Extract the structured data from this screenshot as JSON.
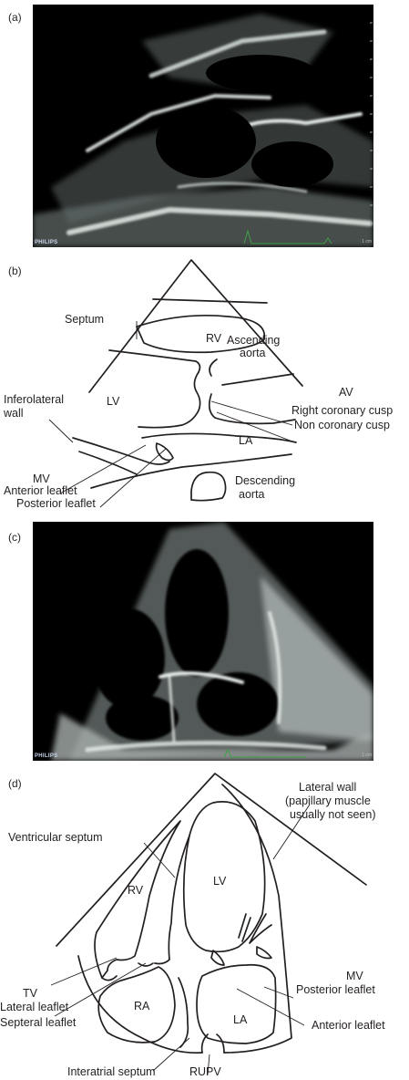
{
  "panels": [
    {
      "label": "(a)",
      "brand": "PHILIPS",
      "scale": "1 cm"
    },
    {
      "label": "(b)"
    },
    {
      "label": "(c)",
      "brand": "PHILIPS",
      "scale": "1 cm"
    },
    {
      "label": "(d)"
    }
  ],
  "plax_labels": {
    "septum": "Septum",
    "rv": "RV",
    "ascending_aorta_1": "Ascending",
    "ascending_aorta_2": "aorta",
    "inferolateral_1": "Inferolateral",
    "inferolateral_2": "wall",
    "lv": "LV",
    "av": "AV",
    "right_coronary_cusp": "Right coronary cusp",
    "non_coronary_cusp": "Non coronary cusp",
    "la": "LA",
    "mv": "MV",
    "anterior_leaflet": "Anterior leaflet",
    "posterior_leaflet": "Posterior leaflet",
    "descending_aorta_1": "Descending",
    "descending_aorta_2": "aorta"
  },
  "a4c_labels": {
    "lateral_wall_1": "Lateral wall",
    "lateral_wall_2": "(papillary muscle",
    "lateral_wall_3": "usually not seen)",
    "ventricular_septum": "Ventricular septum",
    "rv": "RV",
    "lv": "LV",
    "mv": "MV",
    "posterior_leaflet": "Posterior leaflet",
    "tv": "TV",
    "lateral_leaflet": "Lateral leaflet",
    "septeral_leaflet": "Septeral leaflet",
    "ra": "RA",
    "anterior_leaflet": "Anterior leaflet",
    "la": "LA",
    "interatrial_septum": "Interatrial septum",
    "rupv": "RUPV"
  }
}
